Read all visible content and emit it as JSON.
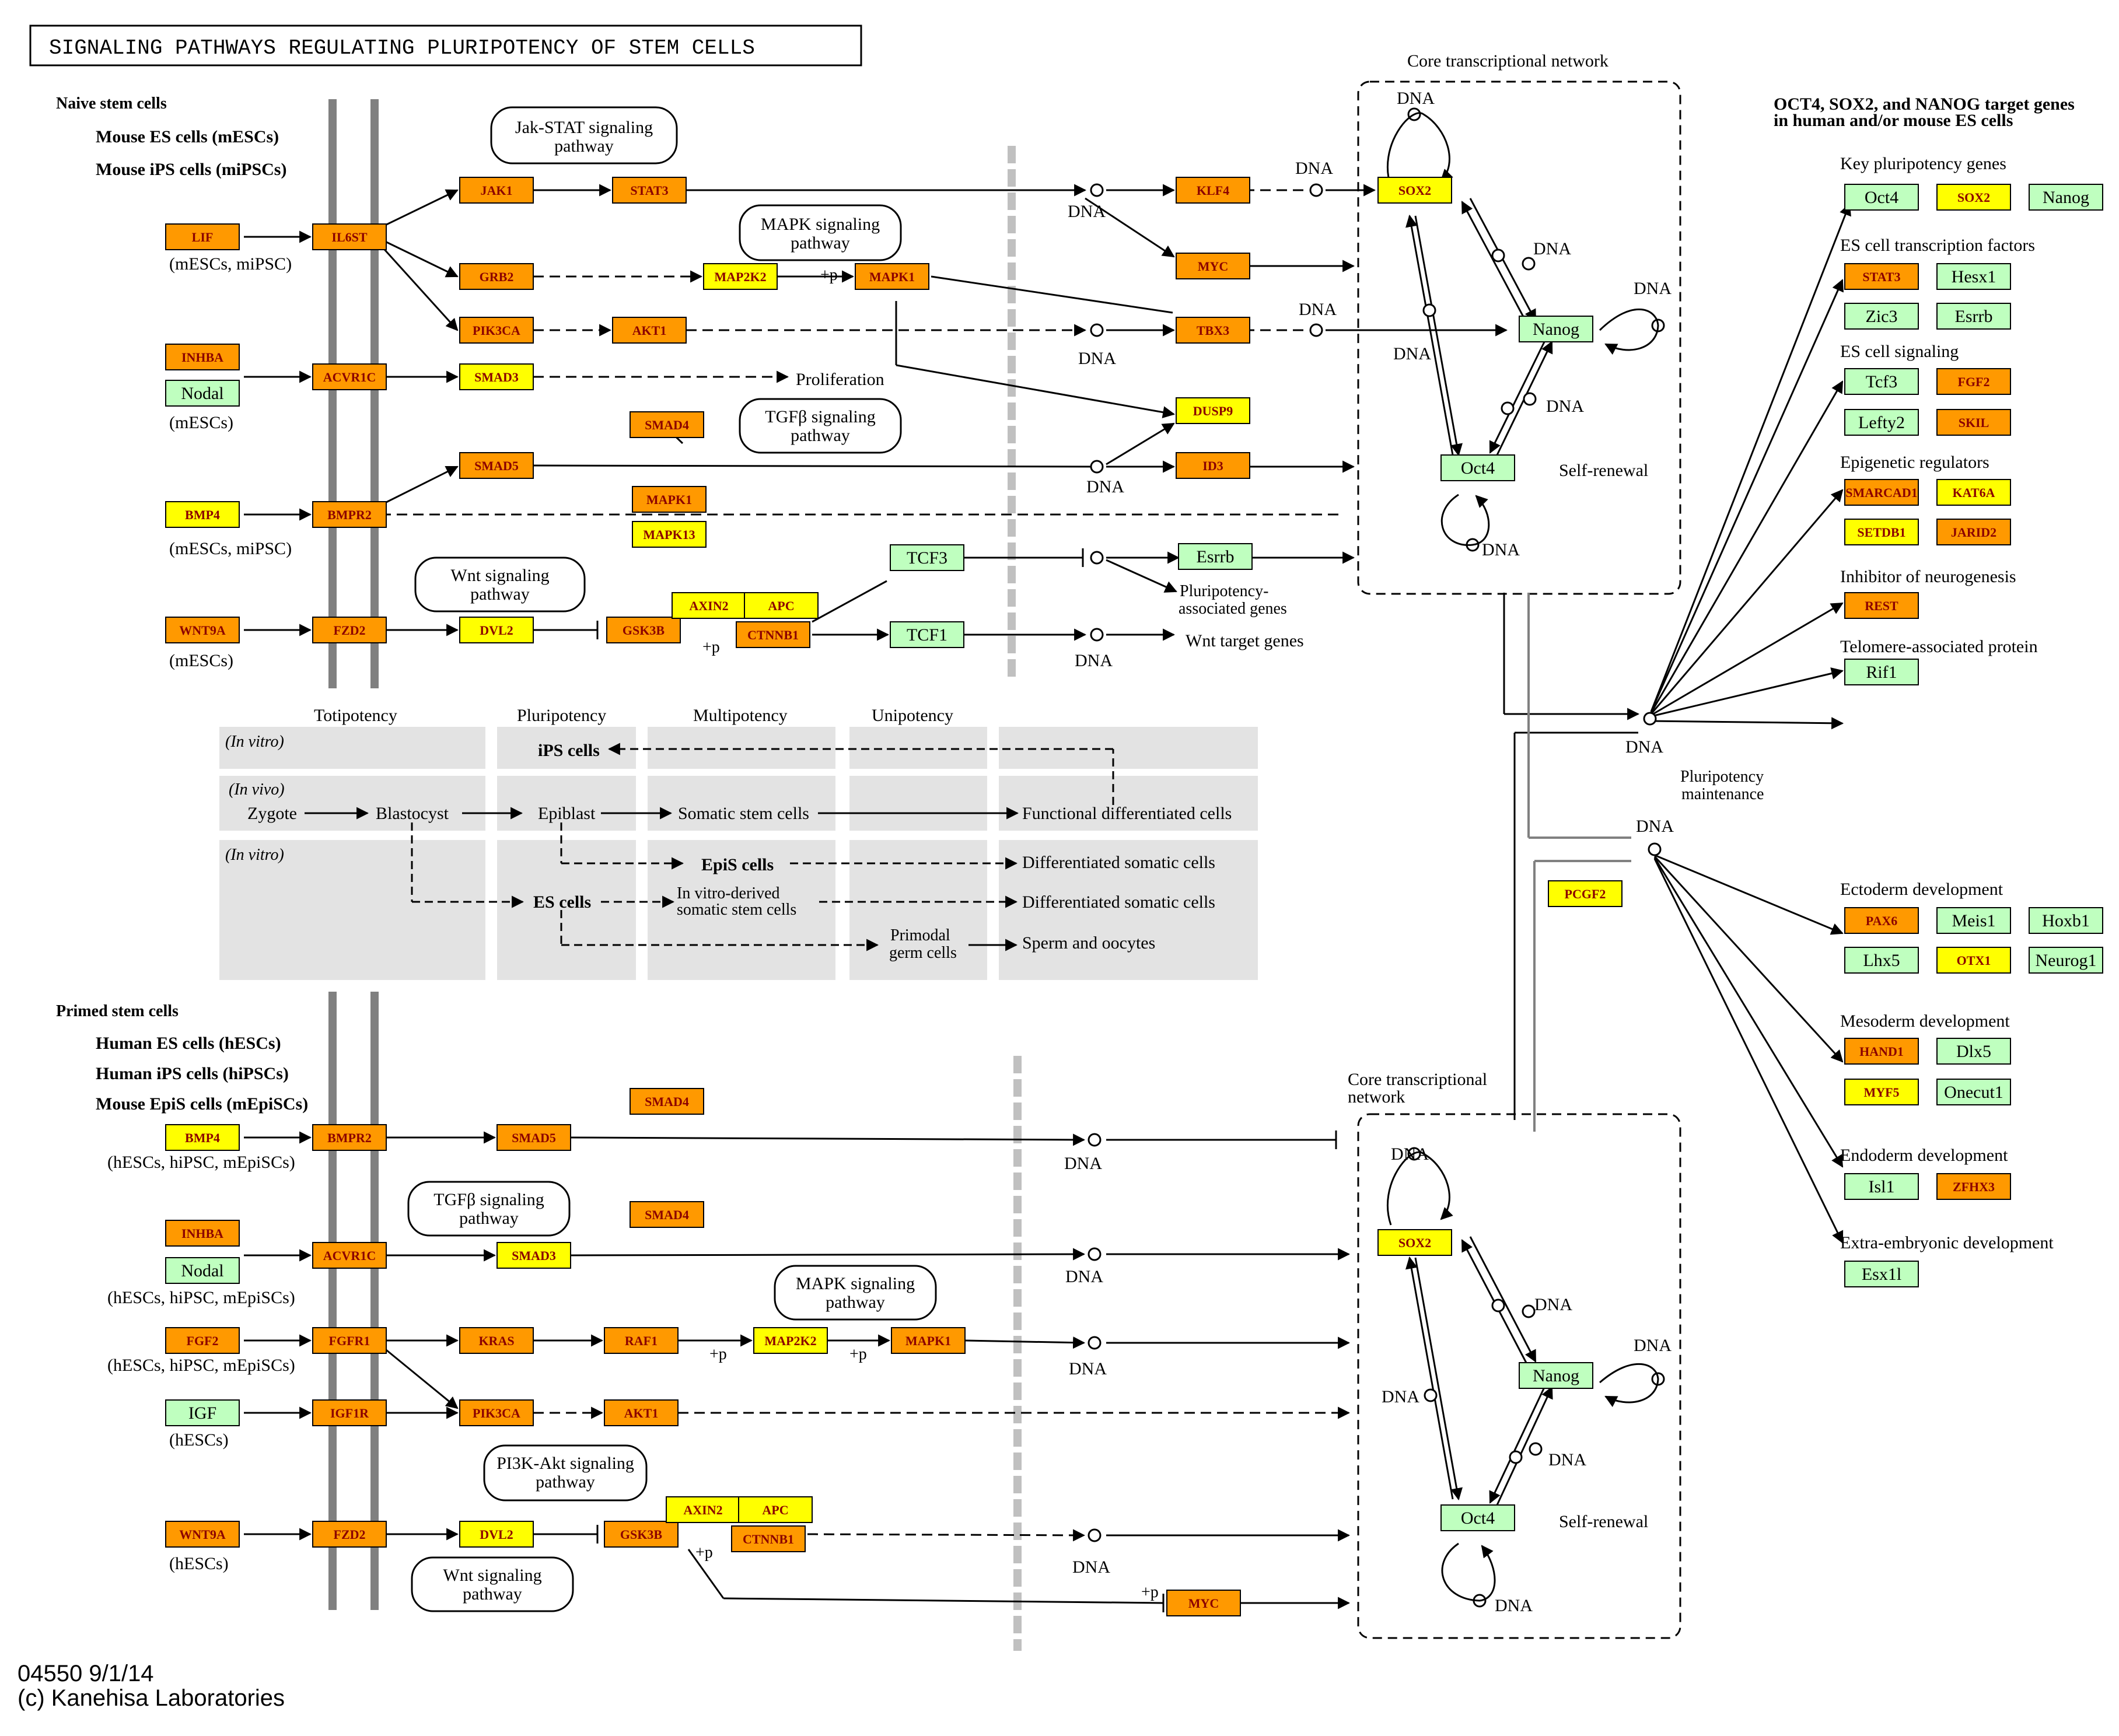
{
  "title": "SIGNALING PATHWAYS REGULATING PLURIPOTENCY OF STEM CELLS",
  "footer": {
    "code": "04550 9/1/14",
    "copyright": "(c) Kanehisa Laboratories"
  },
  "colors": {
    "orange": "#FF9900",
    "yellow": "#FFFF00",
    "green": "#BFFFBF",
    "membrane": "#808080",
    "panel": "#E3E3E3"
  },
  "naive": {
    "heading": "Naive stem cells",
    "sub1": "Mouse ES cells (mESCs)",
    "sub2": "Mouse iPS cells (miPSCs)",
    "note_lif": "(mESCs, miPSC)",
    "note_inhba": "(mESCs)",
    "note_bmp4": "(mESCs, miPSC)",
    "note_wnt": "(mESCs)"
  },
  "primed": {
    "heading": "Primed stem cells",
    "sub1": "Human ES cells (hESCs)",
    "sub2": "Human iPS cells (hiPSCs)",
    "sub3": "Mouse EpiS cells (mEpiSCs)",
    "note_bmp4": "(hESCs, hiPSC, mEpiSCs)",
    "note_inhba": "(hESCs, hiPSC, mEpiSCs)",
    "note_fgf2": "(hESCs, hiPSC, mEpiSCs)",
    "note_igf": "(hESCs)",
    "note_wnt": "(hESCs)"
  },
  "pathway_boxes": {
    "jak": "Jak-STAT signaling pathway",
    "mapk": "MAPK signaling pathway",
    "tgfb": "TGFβ signaling pathway",
    "wnt": "Wnt signaling pathway",
    "tgfb2": "TGFβ signaling pathway",
    "mapk2": "MAPK signaling pathway",
    "pi3k": "PI3K-Akt signaling pathway",
    "wnt2": "Wnt signaling pathway"
  },
  "labels": {
    "dna": "DNA",
    "plus_p": "+p",
    "proliferation": "Proliferation",
    "pluri_assoc": "Pluripotency-associated genes",
    "wnt_targets": "Wnt target genes",
    "core_top": "Core transcriptional network",
    "core_bottom": "Core transcriptional network",
    "self_renewal": "Self-renewal",
    "pluri_maint": "Pluripotency maintenance"
  },
  "potency": {
    "headers": [
      "Totipotency",
      "Pluripotency",
      "Multipotency",
      "Unipotency"
    ],
    "in_vitro": "(In vitro)",
    "in_vivo": "(In vivo)",
    "zygote": "Zygote",
    "blastocyst": "Blastocyst",
    "epiblast": "Epiblast",
    "somatic": "Somatic stem cells",
    "functional": "Functional differentiated cells",
    "ips": "iPS cells",
    "epis": "EpiS cells",
    "es": "ES cells",
    "invitro_derived1": "In vitro-derived",
    "invitro_derived2": "somatic stem cells",
    "primordial1": "Primodal",
    "primordial2": "germ cells",
    "diff1": "Differentiated somatic cells",
    "diff2": "Differentiated somatic cells",
    "sperm": "Sperm and oocytes"
  },
  "genes_naive": {
    "lif": "LIF",
    "il6st": "IL6ST",
    "jak1": "JAK1",
    "stat3": "STAT3",
    "grb2": "GRB2",
    "map2k2": "MAP2K2",
    "mapk1": "MAPK1",
    "pik3ca": "PIK3CA",
    "akt1": "AKT1",
    "inhba": "INHBA",
    "nodal": "Nodal",
    "acvr1c": "ACVR1C",
    "smad3": "SMAD3",
    "smad4": "SMAD4",
    "smad5": "SMAD5",
    "bmp4": "BMP4",
    "bmpr2": "BMPR2",
    "mapk1b": "MAPK1",
    "mapk13": "MAPK13",
    "wnt9a": "WNT9A",
    "fzd2": "FZD2",
    "dvl2": "DVL2",
    "gsk3b": "GSK3B",
    "axin2": "AXIN2",
    "apc": "APC",
    "ctnnb1": "CTNNB1",
    "tcf3": "TCF3",
    "tcf1": "TCF1",
    "esrrb": "Esrrb",
    "klf4": "KLF4",
    "myc": "MYC",
    "tbx3": "TBX3",
    "dusp9": "DUSP9",
    "id3": "ID3",
    "sox2": "SOX2",
    "nanog": "Nanog",
    "oct4": "Oct4"
  },
  "genes_primed": {
    "bmp4": "BMP4",
    "bmpr2": "BMPR2",
    "smad5": "SMAD5",
    "smad4a": "SMAD4",
    "inhba": "INHBA",
    "nodal": "Nodal",
    "acvr1c": "ACVR1C",
    "smad3": "SMAD3",
    "smad4b": "SMAD4",
    "fgf2": "FGF2",
    "fgfr1": "FGFR1",
    "kras": "KRAS",
    "raf1": "RAF1",
    "map2k2": "MAP2K2",
    "mapk1": "MAPK1",
    "igf": "IGF",
    "igf1r": "IGF1R",
    "pik3ca": "PIK3CA",
    "akt1": "AKT1",
    "wnt9a": "WNT9A",
    "fzd2": "FZD2",
    "dvl2": "DVL2",
    "gsk3b": "GSK3B",
    "axin2": "AXIN2",
    "apc": "APC",
    "ctnnb1": "CTNNB1",
    "myc": "MYC",
    "sox2": "SOX2",
    "nanog": "Nanog",
    "oct4": "Oct4",
    "pcgf2": "PCGF2"
  },
  "targets": {
    "heading1": "OCT4, SOX2, and NANOG target genes",
    "heading2": "in human and/or mouse ES cells",
    "key": "Key pluripotency genes",
    "oct4": "Oct4",
    "sox2": "SOX2",
    "nanog": "Nanog",
    "tf": "ES cell transcription factors",
    "stat3": "STAT3",
    "hesx1": "Hesx1",
    "zic3": "Zic3",
    "esrrb": "Esrrb",
    "signaling": "ES cell signaling",
    "tcf3": "Tcf3",
    "fgf2": "FGF2",
    "lefty2": "Lefty2",
    "skil": "SKIL",
    "epi": "Epigenetic regulators",
    "smarcad1": "SMARCAD1",
    "kat6a": "KAT6A",
    "setdb1": "SETDB1",
    "jarid2": "JARID2",
    "neuro": "Inhibitor of neurogenesis",
    "rest": "REST",
    "telo": "Telomere-associated protein",
    "rif1": "Rif1",
    "ecto": "Ectoderm development",
    "pax6": "PAX6",
    "meis1": "Meis1",
    "hoxb1": "Hoxb1",
    "lhx5": "Lhx5",
    "otx1": "OTX1",
    "neurog1": "Neurog1",
    "meso": "Mesoderm development",
    "hand1": "HAND1",
    "dlx5": "Dlx5",
    "myf5": "MYF5",
    "onecut1": "Onecut1",
    "endo": "Endoderm development",
    "isl1": "Isl1",
    "zfhx3": "ZFHX3",
    "extra": "Extra-embryonic development",
    "esx1l": "Esx1l"
  }
}
